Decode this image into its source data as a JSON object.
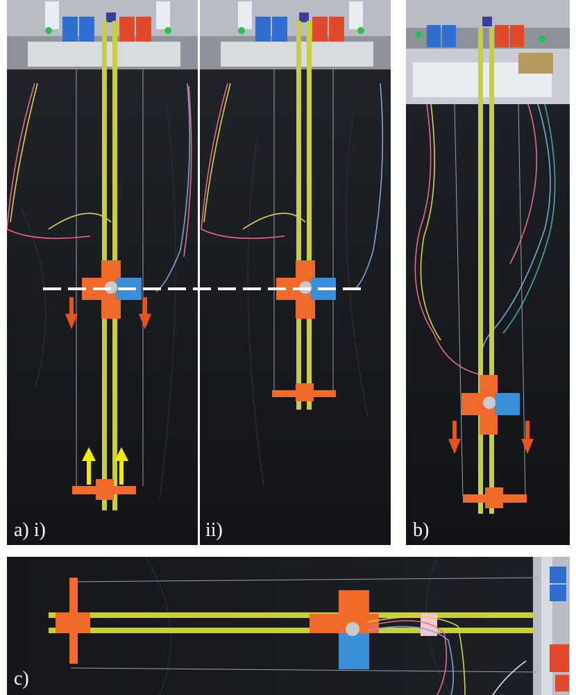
{
  "figure": {
    "panels": {
      "a_i": {
        "label": "a) i)"
      },
      "a_ii": {
        "label": "ii)"
      },
      "b": {
        "label": "b)"
      },
      "c": {
        "label": "c)"
      }
    }
  },
  "colors": {
    "background": "#15171b",
    "frame": "#c9ccd2",
    "strap": "#c8cf3a",
    "robot_orange": "#f06a2a",
    "robot_blue": "#3b8fd8",
    "motor_blue": "#2f6fd1",
    "motor_red": "#e04a2a",
    "arrow_orange": "#e8531a",
    "arrow_yellow": "#f2ea00",
    "dashed_line": "#ffffff"
  }
}
